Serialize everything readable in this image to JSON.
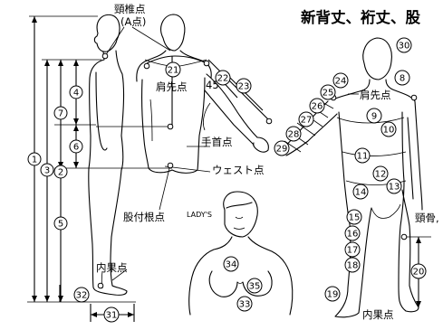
{
  "title": "新背丈、裄丈、股",
  "labels": {
    "neck_point": "頸椎点",
    "neck_point_a": "(A点)",
    "shoulder_point_1": "肩先点",
    "shoulder_point_2": "肩先点",
    "wrist_point": "手首点",
    "waist_point": "ウェスト点",
    "crotch_point": "股付根点",
    "ankle_point_1": "内果点",
    "ankle_point_2": "内果点",
    "ladys": "LADY'S",
    "neck_bone": "頸骨,"
  },
  "numbers": {
    "n1": "1",
    "n2": "2",
    "n3": "3",
    "n4": "4",
    "n5": "5",
    "n6": "6",
    "n7": "7",
    "n8": "8",
    "n9": "9",
    "n10": "10",
    "n11": "11",
    "n12": "12",
    "n13": "13",
    "n14": "14",
    "n15": "15",
    "n16": "16",
    "n17": "17",
    "n18": "18",
    "n19": "19",
    "n20": "20",
    "n21": "21",
    "n22": "22",
    "n23": "23",
    "n24": "24",
    "n25": "25",
    "n26": "26",
    "n27": "27",
    "n28": "28",
    "n29": "29",
    "n30": "30",
    "n31": "31",
    "n32": "32",
    "n33": "33",
    "n34": "34",
    "n35": "35",
    "angle": "45°"
  }
}
